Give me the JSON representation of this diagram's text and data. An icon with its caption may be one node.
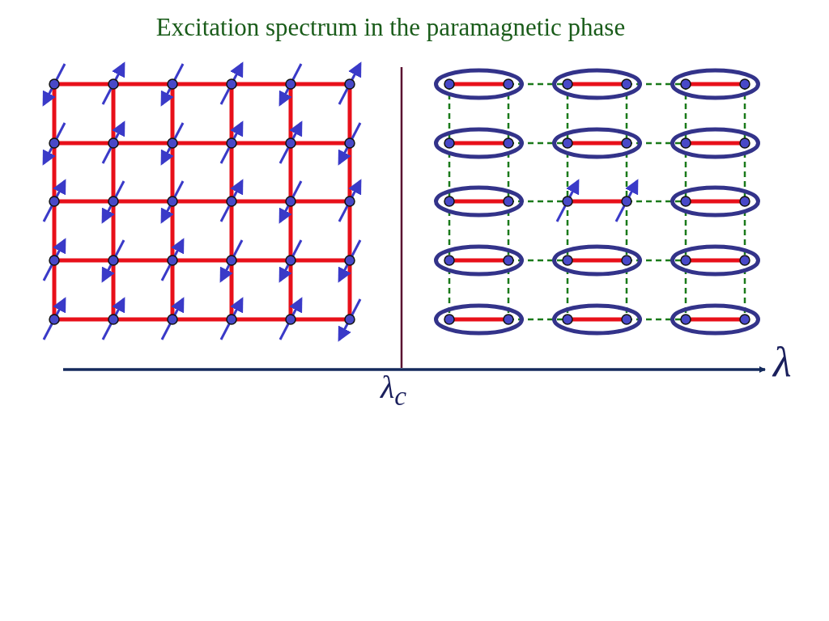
{
  "diagram": {
    "title": "Excitation spectrum in the paramagnetic phase",
    "labels": [
      "λ$_{c}$",
      "λ"
    ]
  }
}
